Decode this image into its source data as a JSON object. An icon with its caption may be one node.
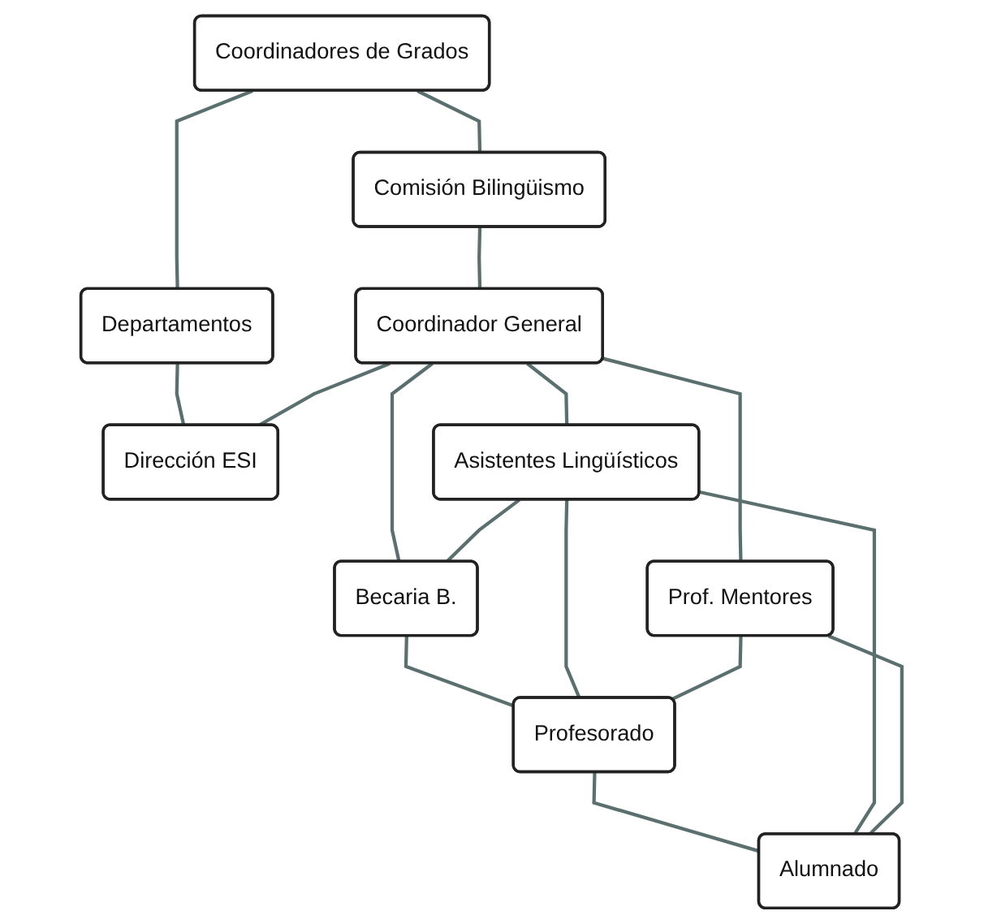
{
  "diagram": {
    "nodes": [
      {
        "text": [
          "Coordinadores de Grados"
        ]
      },
      {
        "text": [
          "Departamentos"
        ]
      },
      {
        "text": [
          "Comisión Bilingüismo"
        ]
      },
      {
        "text": [
          "Coordinador General"
        ]
      },
      {
        "text": [
          "Dirección ESI"
        ]
      },
      {
        "text": [
          "Asistentes Lingüísticos"
        ]
      },
      {
        "text": [
          "Becaria B."
        ]
      },
      {
        "text": [
          "Prof. Mentores"
        ]
      },
      {
        "text": [
          "Profesorado"
        ]
      },
      {
        "text": [
          "Alumnado"
        ]
      }
    ],
    "edges": [
      {
        "from": 0,
        "to": 1,
        "arrow": "none"
      },
      {
        "from": 0,
        "to": 2,
        "arrow": "none"
      },
      {
        "from": 1,
        "to": 4,
        "arrow": "none"
      },
      {
        "from": 2,
        "to": 3,
        "arrow": "none"
      },
      {
        "from": 3,
        "to": 4,
        "arrow": "none"
      },
      {
        "from": 3,
        "to": 5,
        "arrow": "none"
      },
      {
        "from": 3,
        "to": 6,
        "arrow": "none"
      },
      {
        "from": 3,
        "to": 7,
        "arrow": "none"
      },
      {
        "from": 5,
        "to": 6,
        "arrow": "none"
      },
      {
        "from": 6,
        "to": 8,
        "arrow": "none"
      },
      {
        "from": 5,
        "to": 8,
        "arrow": "none"
      },
      {
        "from": 7,
        "to": 8,
        "arrow": "none"
      },
      {
        "from": 8,
        "to": 9,
        "arrow": "none"
      },
      {
        "from": 5,
        "to": 9,
        "arrow": "none"
      },
      {
        "from": 7,
        "to": 9,
        "arrow": "none"
      }
    ]
  }
}
